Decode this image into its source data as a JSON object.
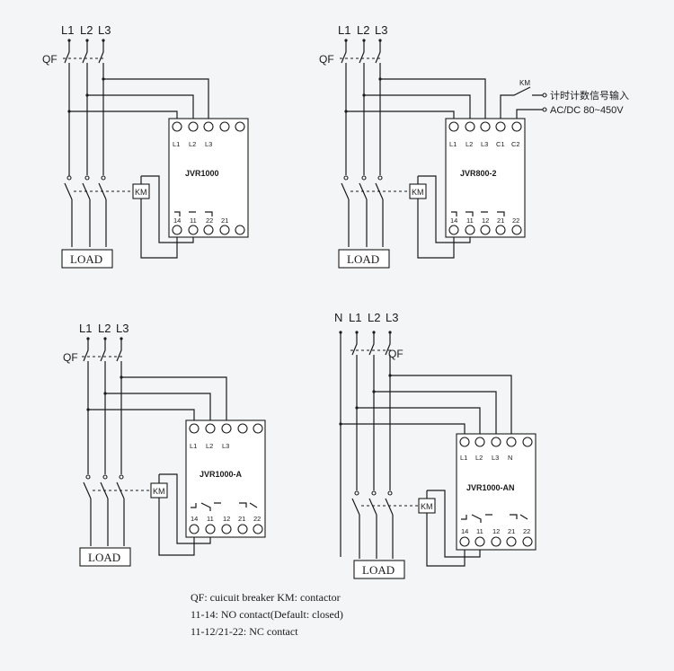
{
  "diagrams": {
    "d1": {
      "phases": [
        "L1",
        "L2",
        "L3"
      ],
      "breaker": "QF",
      "model": "JVR1000",
      "top_terminals": [
        "L1",
        "L2",
        "L3"
      ],
      "bottom_terminals": [
        "14",
        "11",
        "22",
        "21"
      ],
      "contactor": "KM",
      "load": "LOAD"
    },
    "d2": {
      "phases": [
        "L1",
        "L2",
        "L3"
      ],
      "breaker": "QF",
      "model": "JVR800-2",
      "top_terminals": [
        "L1",
        "L2",
        "L3",
        "C1",
        "C2"
      ],
      "bottom_terminals": [
        "14",
        "11",
        "12",
        "21",
        "22"
      ],
      "contactor": "KM",
      "km_switch": "KM",
      "signal_input": "计时计数信号输入",
      "signal_voltage": "AC/DC 80~450V",
      "load": "LOAD"
    },
    "d3": {
      "phases": [
        "L1",
        "L2",
        "L3"
      ],
      "breaker": "QF",
      "model": "JVR1000-A",
      "top_terminals": [
        "L1",
        "L2",
        "L3"
      ],
      "bottom_terminals": [
        "14",
        "11",
        "12",
        "21",
        "22"
      ],
      "contactor": "KM",
      "load": "LOAD"
    },
    "d4": {
      "phases": [
        "N",
        "L1",
        "L2",
        "L3"
      ],
      "breaker": "QF",
      "model": "JVR1000-AN",
      "top_terminals": [
        "L1",
        "L2",
        "L3",
        "N"
      ],
      "bottom_terminals": [
        "14",
        "11",
        "12",
        "21",
        "22"
      ],
      "contactor": "KM",
      "load": "LOAD"
    }
  },
  "legend": [
    "QF: cuicuit breaker    KM: contactor",
    "11-14: NO contact(Default: closed)",
    "11-12/21-22: NC contact"
  ]
}
